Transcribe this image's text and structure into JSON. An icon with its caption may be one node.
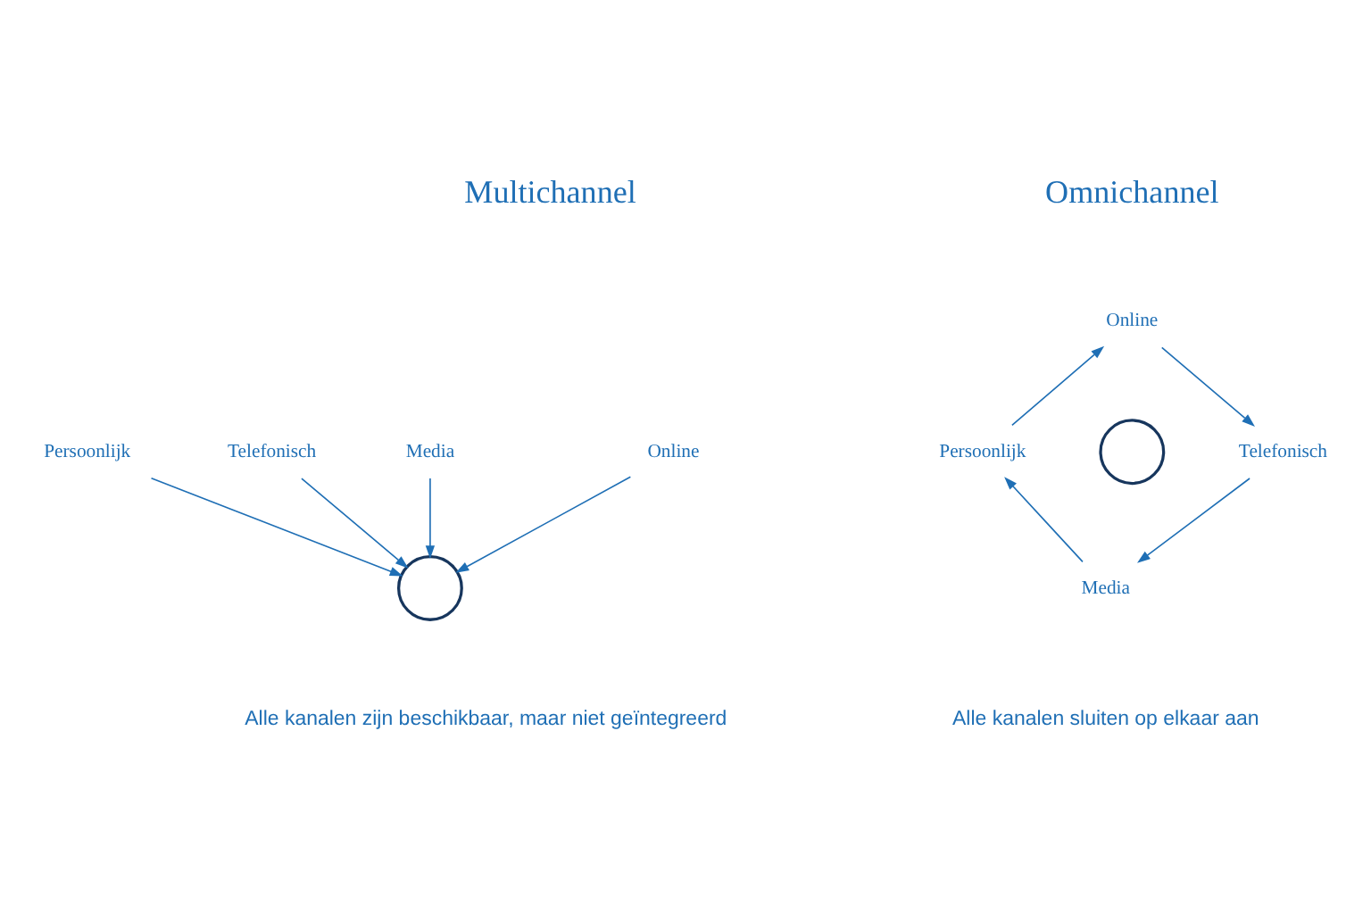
{
  "diagram": {
    "nodes": [
      {
        "text": [],
        "shape": "person"
      },
      {
        "text": [
          "Persoonlijk"
        ]
      },
      {
        "text": [
          "Online"
        ]
      },
      {
        "text": [
          "Telefonisch"
        ]
      },
      {
        "text": [
          "Media"
        ]
      },
      {
        "text": [
          "Online"
        ]
      },
      {
        "text": [
          "Telefonisch"
        ]
      },
      {
        "text": [
          "Media"
        ]
      },
      {
        "text": [
          "Persoonlijk"
        ]
      },
      {
        "text": [],
        "shape": "person"
      }
    ],
    "edges": [
      {
        "from": 1,
        "to": 0,
        "arrow": "to"
      },
      {
        "from": 2,
        "to": 0,
        "arrow": "to"
      },
      {
        "from": 3,
        "to": 0,
        "arrow": "to"
      },
      {
        "from": 4,
        "to": 0,
        "arrow": "to"
      },
      {
        "from": 5,
        "to": 6,
        "arrow": "to"
      },
      {
        "from": 6,
        "to": 7,
        "arrow": "to"
      },
      {
        "from": 7,
        "to": 8,
        "arrow": "to"
      },
      {
        "from": 8,
        "to": 5,
        "arrow": "to"
      }
    ],
    "labels": [
      "Multichannel",
      "Omnichannel",
      "Alle kanalen zijn beschikbaar, maar niet geïntegreerd",
      "Alle kanalen sluiten op elkaar aan"
    ]
  }
}
